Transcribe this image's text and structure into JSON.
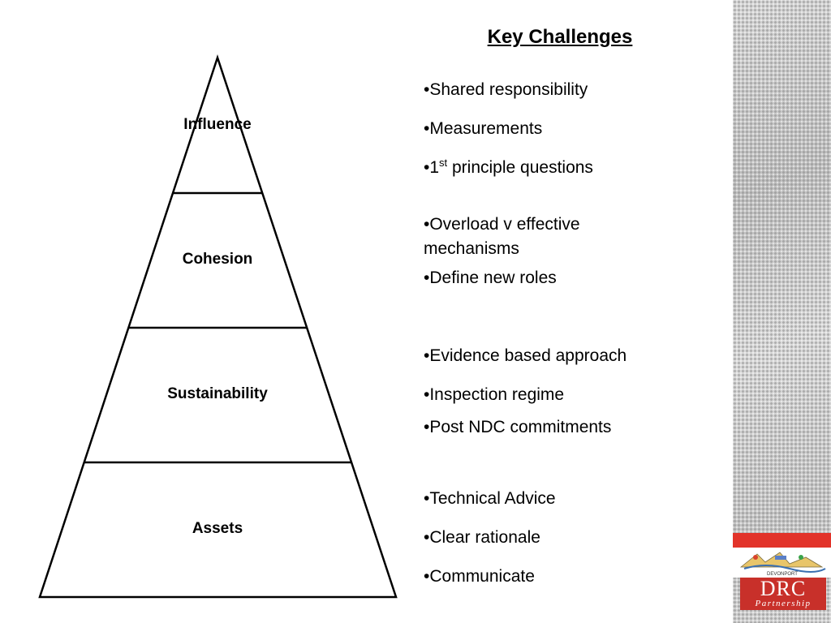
{
  "pyramid": {
    "tiers": [
      {
        "label": "Influence"
      },
      {
        "label": "Cohesion"
      },
      {
        "label": "Sustainability"
      },
      {
        "label": "Assets"
      }
    ]
  },
  "challenges": {
    "title": "Key Challenges",
    "bullets": [
      {
        "text": "•Shared responsibility"
      },
      {
        "text": "•Measurements"
      },
      {
        "prefix": "•1",
        "sup": "st",
        "suffix": " principle questions"
      },
      {
        "line1": "•Overload v effective",
        "line2": "mechanisms"
      },
      {
        "text": "•Define new roles"
      },
      {
        "text": "•Evidence based approach"
      },
      {
        "text": "•Inspection regime"
      },
      {
        "text": "•Post NDC commitments"
      },
      {
        "text": "•Technical Advice"
      },
      {
        "text": "•Clear rationale"
      },
      {
        "text": "•Communicate"
      }
    ]
  },
  "branding": {
    "logo_main": "DRC",
    "logo_sub": "Partnership",
    "logo_caption": "DEVONPORT",
    "accent_color": "#e2332a"
  }
}
